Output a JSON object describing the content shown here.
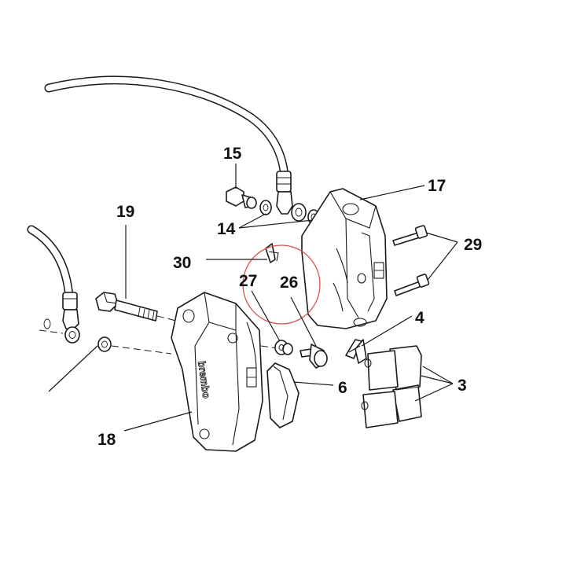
{
  "diagram": {
    "callouts": {
      "c15": "15",
      "c14": "14",
      "c17": "17",
      "c19": "19",
      "c29": "29",
      "c30": "30",
      "c27": "27",
      "c26": "26",
      "c4": "4",
      "c3": "3",
      "c6": "6",
      "c18": "18"
    },
    "caliper_brand_text": "brembo",
    "highlight_color": "#d9534f"
  }
}
